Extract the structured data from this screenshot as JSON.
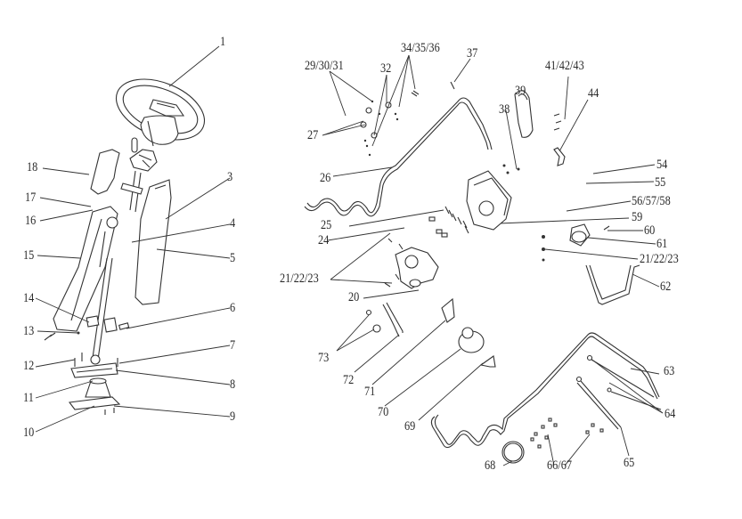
{
  "diagram": {
    "title": "Steering system exploded parts view",
    "callouts": [
      {
        "id": "1",
        "label": "1"
      },
      {
        "id": "3",
        "label": "3"
      },
      {
        "id": "4",
        "label": "4"
      },
      {
        "id": "5",
        "label": "5"
      },
      {
        "id": "6",
        "label": "6"
      },
      {
        "id": "7",
        "label": "7"
      },
      {
        "id": "8",
        "label": "8"
      },
      {
        "id": "9",
        "label": "9"
      },
      {
        "id": "10",
        "label": "10"
      },
      {
        "id": "11",
        "label": "11"
      },
      {
        "id": "12",
        "label": "12"
      },
      {
        "id": "13",
        "label": "13"
      },
      {
        "id": "14",
        "label": "14"
      },
      {
        "id": "15",
        "label": "15"
      },
      {
        "id": "16",
        "label": "16"
      },
      {
        "id": "17",
        "label": "17"
      },
      {
        "id": "18",
        "label": "18"
      },
      {
        "id": "20",
        "label": "20"
      },
      {
        "id": "21_22_23_a",
        "label": "21/22/23"
      },
      {
        "id": "24",
        "label": "24"
      },
      {
        "id": "25",
        "label": "25"
      },
      {
        "id": "26",
        "label": "26"
      },
      {
        "id": "27",
        "label": "27"
      },
      {
        "id": "29_30_31",
        "label": "29/30/31"
      },
      {
        "id": "32",
        "label": "32"
      },
      {
        "id": "34_35_36",
        "label": "34/35/36"
      },
      {
        "id": "37",
        "label": "37"
      },
      {
        "id": "38",
        "label": "38"
      },
      {
        "id": "39",
        "label": "39"
      },
      {
        "id": "41_42_43",
        "label": "41/42/43"
      },
      {
        "id": "44",
        "label": "44"
      },
      {
        "id": "54",
        "label": "54"
      },
      {
        "id": "55",
        "label": "55"
      },
      {
        "id": "56_57_58",
        "label": "56/57/58"
      },
      {
        "id": "59",
        "label": "59"
      },
      {
        "id": "60",
        "label": "60"
      },
      {
        "id": "61",
        "label": "61"
      },
      {
        "id": "21_22_23_b",
        "label": "21/22/23"
      },
      {
        "id": "62",
        "label": "62"
      },
      {
        "id": "63",
        "label": "63"
      },
      {
        "id": "64",
        "label": "64"
      },
      {
        "id": "65",
        "label": "65"
      },
      {
        "id": "66_67",
        "label": "66/67"
      },
      {
        "id": "68",
        "label": "68"
      },
      {
        "id": "69",
        "label": "69"
      },
      {
        "id": "70",
        "label": "70"
      },
      {
        "id": "71",
        "label": "71"
      },
      {
        "id": "72",
        "label": "72"
      },
      {
        "id": "73",
        "label": "73"
      }
    ]
  }
}
